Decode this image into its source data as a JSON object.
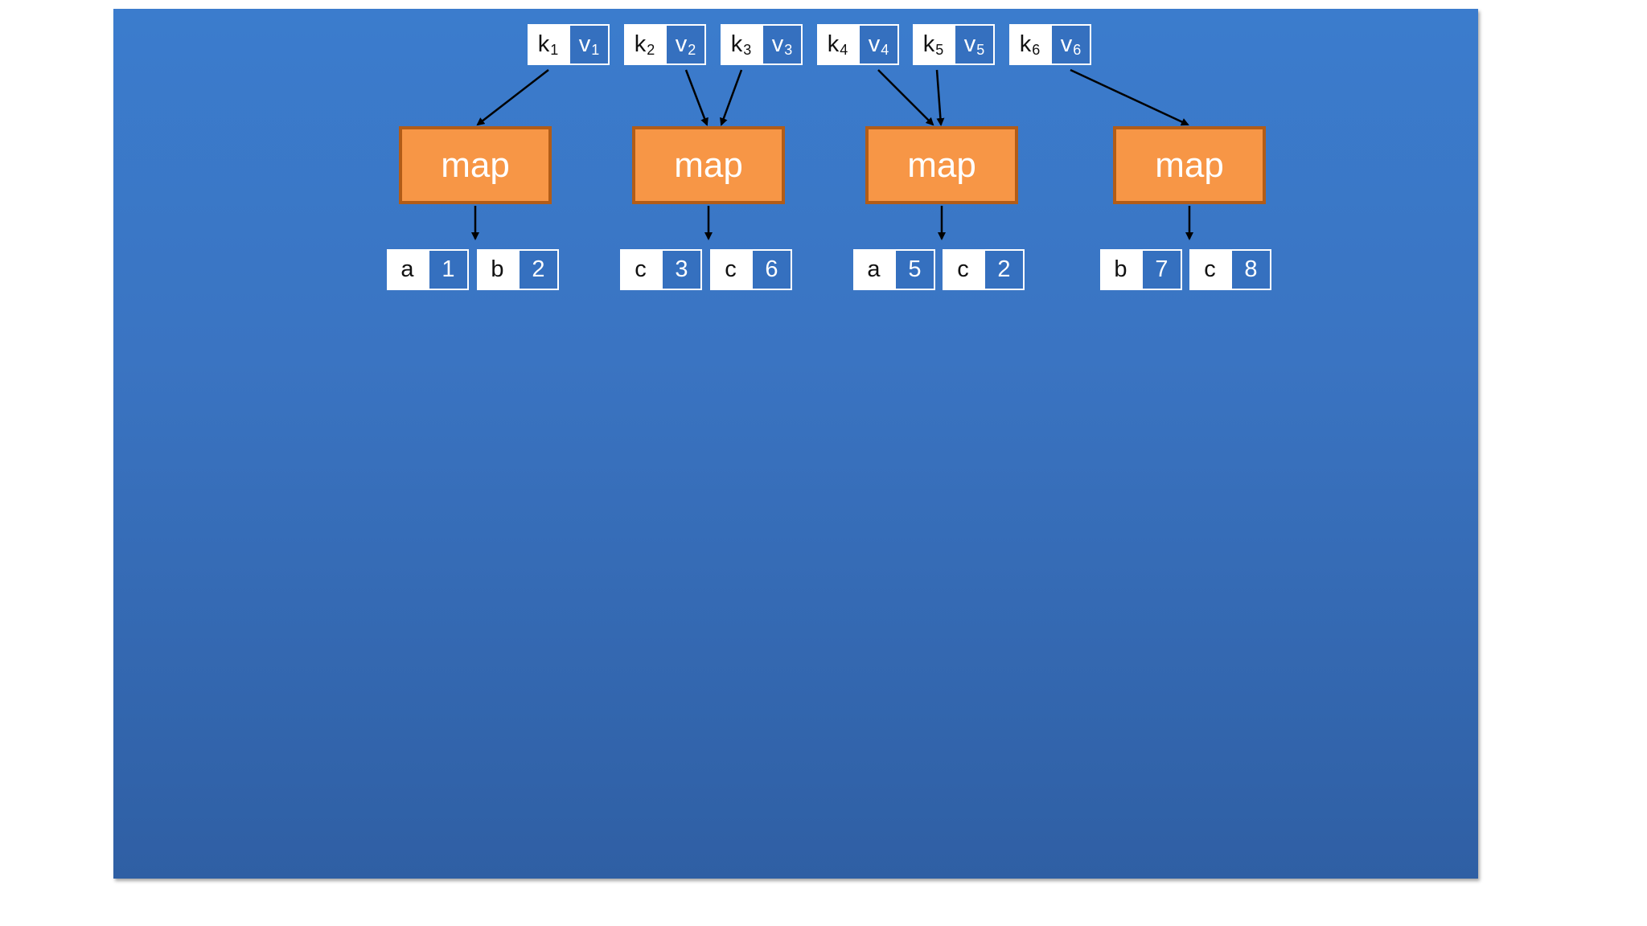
{
  "inputs": [
    {
      "k": "k",
      "k_sub": "1",
      "v": "v",
      "v_sub": "1"
    },
    {
      "k": "k",
      "k_sub": "2",
      "v": "v",
      "v_sub": "2"
    },
    {
      "k": "k",
      "k_sub": "3",
      "v": "v",
      "v_sub": "3"
    },
    {
      "k": "k",
      "k_sub": "4",
      "v": "v",
      "v_sub": "4"
    },
    {
      "k": "k",
      "k_sub": "5",
      "v": "v",
      "v_sub": "5"
    },
    {
      "k": "k",
      "k_sub": "6",
      "v": "v",
      "v_sub": "6"
    }
  ],
  "maps": [
    {
      "label": "map"
    },
    {
      "label": "map"
    },
    {
      "label": "map"
    },
    {
      "label": "map"
    }
  ],
  "outputs": [
    {
      "k": "a",
      "v": "1"
    },
    {
      "k": "b",
      "v": "2"
    },
    {
      "k": "c",
      "v": "3"
    },
    {
      "k": "c",
      "v": "6"
    },
    {
      "k": "a",
      "v": "5"
    },
    {
      "k": "c",
      "v": "2"
    },
    {
      "k": "b",
      "v": "7"
    },
    {
      "k": "c",
      "v": "8"
    }
  ],
  "colors": {
    "background": "#3b7ccd",
    "map_fill": "#f79646",
    "map_border": "#b25c17",
    "value_cell": "#3570bf"
  }
}
